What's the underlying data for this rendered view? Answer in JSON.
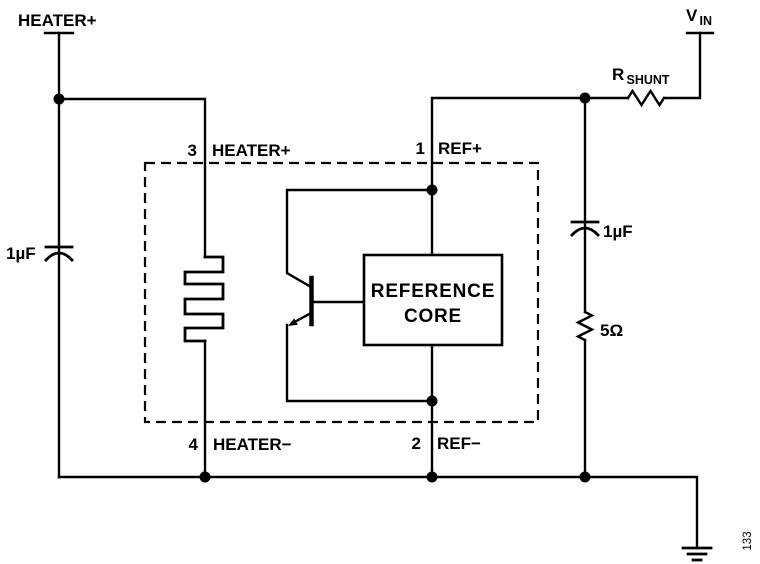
{
  "colors": {
    "line": "#000000",
    "background": "#ffffff"
  },
  "terminals": {
    "heater_plus": "HEATER+",
    "vin": {
      "main": "V",
      "sub": "IN"
    }
  },
  "components": {
    "r_shunt": {
      "main": "R",
      "sub": "SHUNT"
    },
    "cap_left_value": "1µF",
    "cap_right_value": "1µF",
    "resistor_value": "5Ω",
    "core_box": {
      "line1": "REFERENCE",
      "line2": "CORE"
    }
  },
  "pins": [
    {
      "number": "3",
      "name": "HEATER+"
    },
    {
      "number": "1",
      "name": "REF+"
    },
    {
      "number": "4",
      "name": "HEATER−"
    },
    {
      "number": "2",
      "name": "REF−"
    }
  ],
  "figure": {
    "number": "133"
  }
}
